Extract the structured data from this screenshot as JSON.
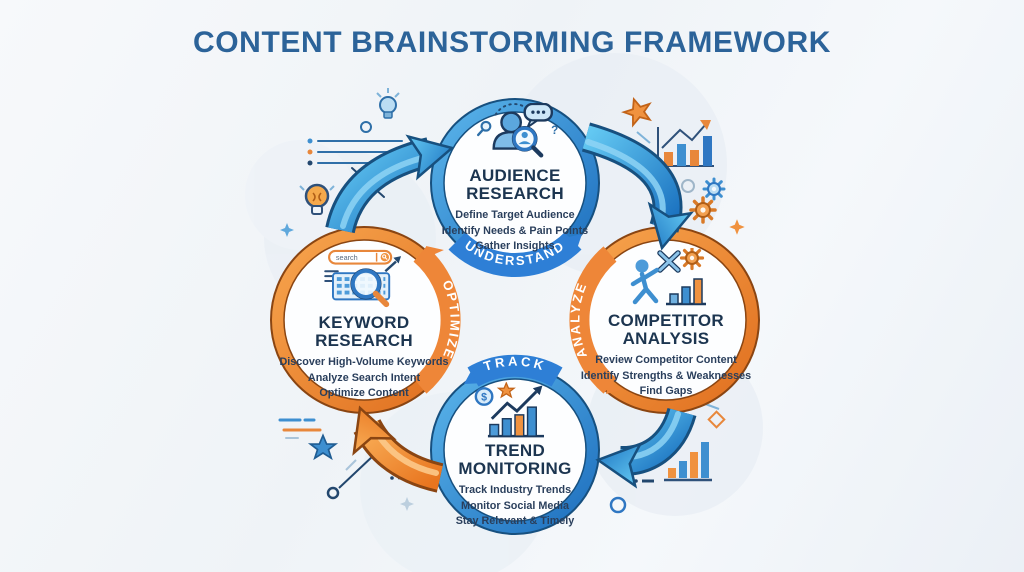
{
  "title": "CONTENT BRAINSTORMING FRAMEWORK",
  "flow_labels": {
    "understand": "UNDERSTAND",
    "analyze": "ANALYZE",
    "track": "TRACK",
    "optimize": "OPTIMIZE"
  },
  "nodes": {
    "audience": {
      "name": [
        "AUDIENCE",
        "RESEARCH"
      ],
      "points": [
        "Define Target Audience",
        "Identify Needs & Pain Points",
        "Gather Insights"
      ]
    },
    "competitor": {
      "name": [
        "COMPETITOR",
        "ANALYSIS"
      ],
      "points": [
        "Review Competitor Content",
        "Identify Strengths & Weaknesses",
        "Find Gaps"
      ]
    },
    "trend": {
      "name": [
        "TREND",
        "MONITORING"
      ],
      "points": [
        "Track Industry Trends",
        "Monitor Social Media",
        "Stay Relevant & Timely"
      ]
    },
    "keyword": {
      "name": [
        "KEYWORD",
        "RESEARCH"
      ],
      "points": [
        "Discover High-Volume Keywords",
        "Analyze Search Intent",
        "Optimize Content"
      ]
    }
  },
  "icons": {
    "search_placeholder": "search",
    "dollar_glyph": "$",
    "question_glyph": "?"
  },
  "colors": {
    "blue": "#2e7fd0",
    "orange": "#ee8638",
    "title_blue": "#2c6399",
    "navy": "#1c3550"
  }
}
